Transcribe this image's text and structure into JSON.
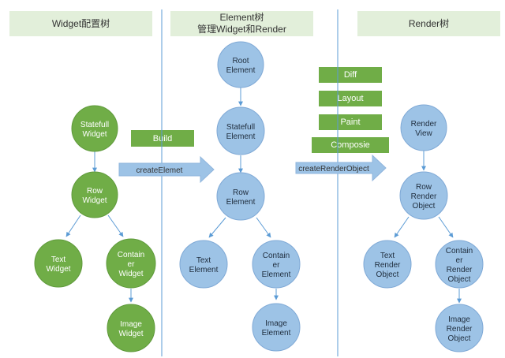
{
  "headers": {
    "widget": {
      "line1": "Widget配置树"
    },
    "element": {
      "line1": "Element树",
      "line2": "管理Widget和Render"
    },
    "render": {
      "line1": "Render树"
    }
  },
  "widget_nodes": {
    "statefull": [
      "Statefull",
      "Widget"
    ],
    "row": [
      "Row",
      "Widget"
    ],
    "text": [
      "Text",
      "Widget"
    ],
    "container": [
      "Contain",
      "er",
      "Widget"
    ],
    "image": [
      "Image",
      "Widget"
    ]
  },
  "element_nodes": {
    "root": [
      "Root",
      "Element"
    ],
    "statefull": [
      "Statefull",
      "Element"
    ],
    "row": [
      "Row",
      "Element"
    ],
    "text": [
      "Text",
      "Element"
    ],
    "container": [
      "Contain",
      "er",
      "Element"
    ],
    "image": [
      "Image",
      "Element"
    ]
  },
  "render_nodes": {
    "view": [
      "Render",
      "View"
    ],
    "row": [
      "Row",
      "Render",
      "Object"
    ],
    "text": [
      "Text",
      "Render",
      "Object"
    ],
    "container": [
      "Contain",
      "er",
      "Render",
      "Object"
    ],
    "image": [
      "Image",
      "Render",
      "Object"
    ]
  },
  "labels": {
    "build": "Build",
    "diff": "Diff",
    "layout": "Layout",
    "paint": "Paint",
    "composite": "Composie"
  },
  "arrows": {
    "create_element": "createElemet",
    "create_render_object": "createRenderObject"
  },
  "colors": {
    "widget_fill": "#70ad47",
    "element_fill": "#9dc3e6",
    "header_fill": "#e2efda",
    "arrow_fill": "#9dc3e6",
    "divider": "#5b9bd5"
  }
}
